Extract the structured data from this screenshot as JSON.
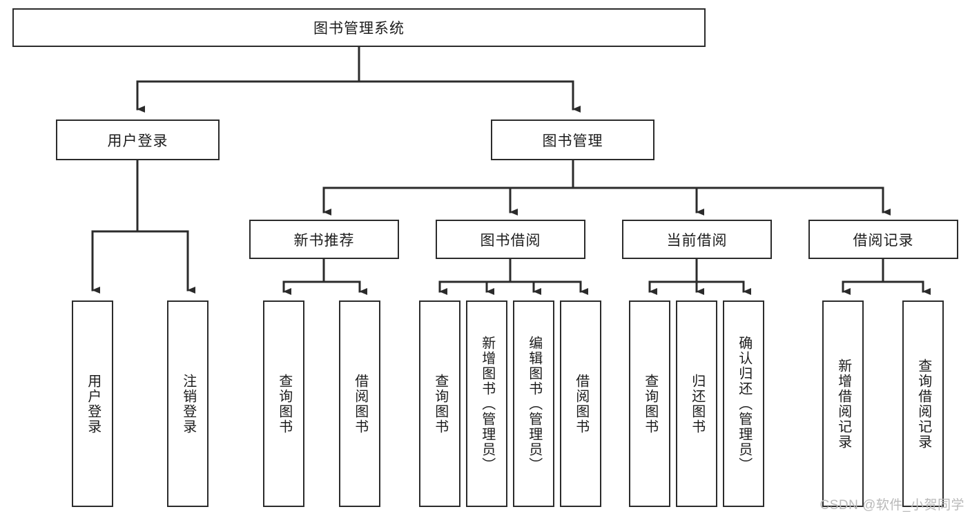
{
  "diagram": {
    "title": "图书管理系统",
    "type": "tree-hierarchy",
    "watermark": "CSDN @软件_小贺同学",
    "colors": {
      "stroke": "#2b2b2b",
      "fill": "#ffffff",
      "text": "#1c1c1c",
      "watermark": "#b9b9b9"
    },
    "root": {
      "label": "图书管理系统"
    },
    "level2": [
      {
        "label": "用户登录"
      },
      {
        "label": "图书管理"
      }
    ],
    "level3": [
      {
        "label": "新书推荐"
      },
      {
        "label": "图书借阅"
      },
      {
        "label": "当前借阅"
      },
      {
        "label": "借阅记录"
      }
    ],
    "leaves": [
      {
        "label": "用户登录",
        "parent": "用户登录"
      },
      {
        "label": "注销登录",
        "parent": "用户登录"
      },
      {
        "label": "查询图书",
        "parent": "新书推荐"
      },
      {
        "label": "借阅图书",
        "parent": "新书推荐"
      },
      {
        "label": "查询图书",
        "parent": "图书借阅"
      },
      {
        "label": "新增图书（管理员）",
        "parent": "图书借阅"
      },
      {
        "label": "编辑图书（管理员）",
        "parent": "图书借阅"
      },
      {
        "label": "借阅图书",
        "parent": "图书借阅"
      },
      {
        "label": "查询图书",
        "parent": "当前借阅"
      },
      {
        "label": "归还图书",
        "parent": "当前借阅"
      },
      {
        "label": "确认归还（管理员）",
        "parent": "当前借阅"
      },
      {
        "label": "新增借阅记录",
        "parent": "借阅记录"
      },
      {
        "label": "查询借阅记录",
        "parent": "借阅记录"
      }
    ]
  }
}
